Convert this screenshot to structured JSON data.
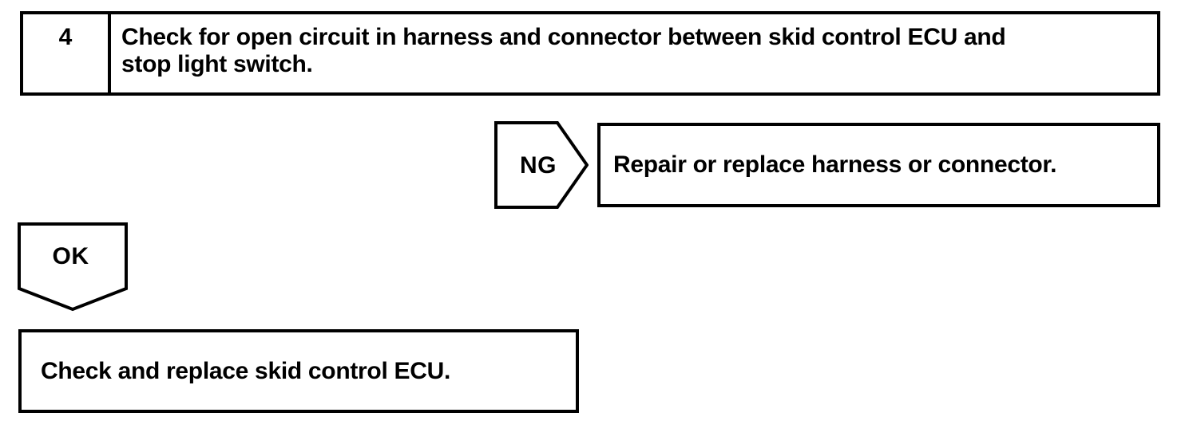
{
  "page": {
    "background_color": "#ffffff",
    "line_color": "#000000"
  },
  "step": {
    "number": "4",
    "instruction": "Check for open circuit in harness and connector between skid control ECU and stop light switch.",
    "instruction_lines": [
      "Check for open circuit in harness and connector between skid control ECU and",
      "stop light switch."
    ]
  },
  "ng_branch": {
    "label": "NG",
    "action": "Repair or replace harness or connector."
  },
  "ok_branch": {
    "label": "OK",
    "action": "Check and replace skid control ECU."
  }
}
